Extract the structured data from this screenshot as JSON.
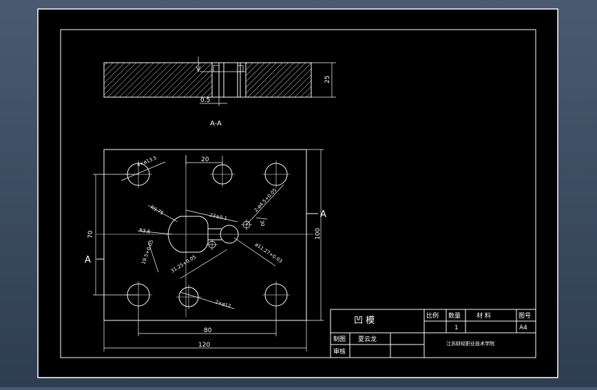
{
  "colors": {
    "background": "#3a4a5e",
    "sheet": "#000000",
    "lines": "#ffffff"
  },
  "section": {
    "label": "A-A",
    "dim_thickness": "25",
    "dim_offset": "0.5"
  },
  "plan": {
    "dim_width": "120",
    "dim_height": "100",
    "dim_hole_spacing_x": "80",
    "dim_hole_spacing_y": "70",
    "dim_top_offset": "20",
    "section_marker": "A",
    "note_holes_4": "4×ø13.5",
    "note_holes_2": "2×ø12",
    "note_r975": "R9.75",
    "note_r36": "R3.6",
    "note_23": "23±0.1",
    "note_195": "19.5+0.05",
    "note_3125": "31.25+0.05",
    "note_2x45": "2-ø4.5+0.05",
    "note_1127": "ø11.27+0.03",
    "note_30": "30"
  },
  "title_block": {
    "part_name": "凹 模",
    "scale_label": "比例",
    "qty_label": "数量",
    "qty_value": "1",
    "material_label": "材 料",
    "drawing_no_label": "图号",
    "drawing_no_value": "A4",
    "drawn_label": "制图",
    "drawn_by": "夏云龙",
    "checked_label": "审核",
    "school": "江苏财经职业技术学院"
  }
}
